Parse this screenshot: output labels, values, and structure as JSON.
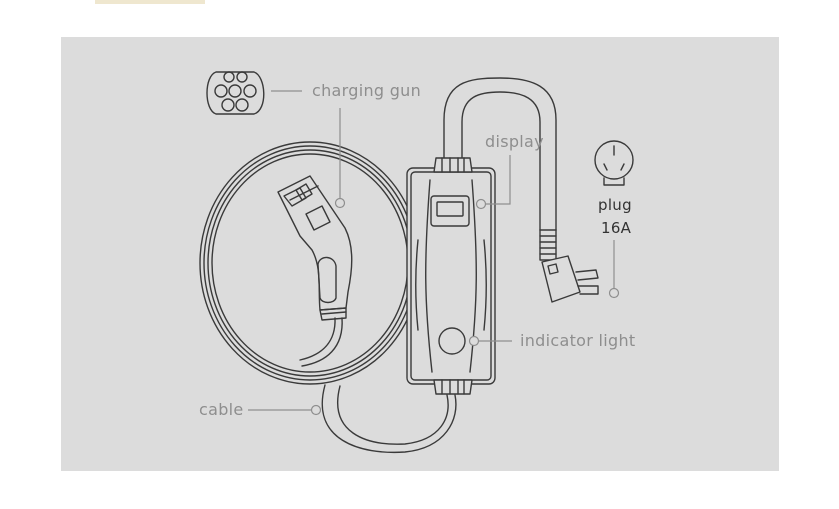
{
  "labels": {
    "charging_gun": "charging gun",
    "display": "display",
    "plug_line1": "plug",
    "plug_line2": "16A",
    "indicator_light": "indicator light",
    "cable": "cable"
  },
  "colors": {
    "panel_bg": "#dcdcdc",
    "line": "#3a3a3a",
    "label_gray": "#8e8e8e",
    "label_dark": "#333333"
  }
}
